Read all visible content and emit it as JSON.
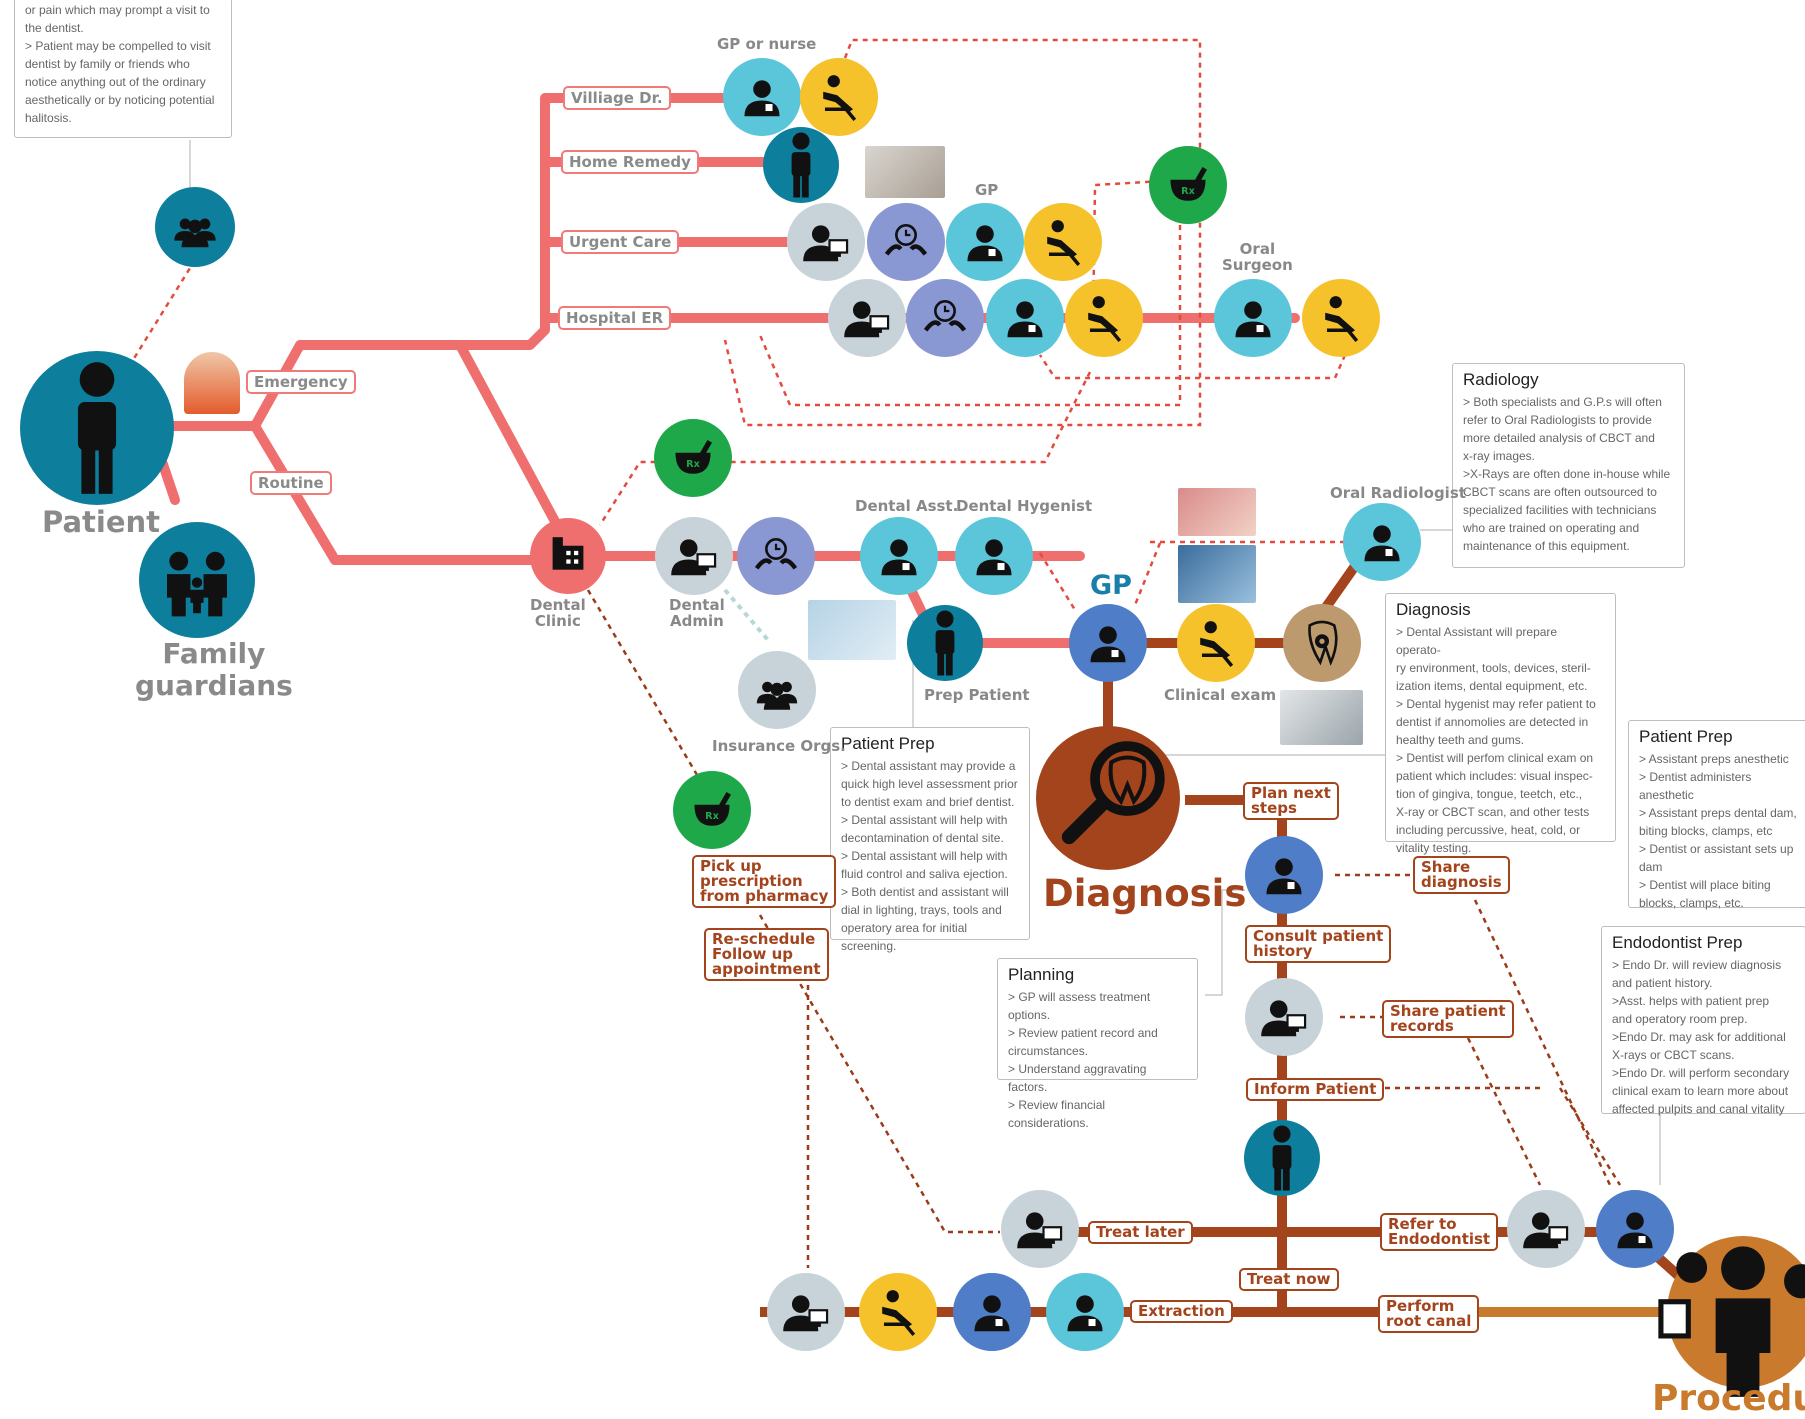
{
  "diagram": {
    "title": "",
    "colors": {
      "routine_line": "#ef6f6e",
      "flow_line": "#a3441d",
      "procedure_line": "#c97a2d",
      "dashed_red": "#e34b3f",
      "dashed_brown": "#9b3b1a",
      "teal_dark": "#0d7f9d",
      "teal_light": "#5bc5d9",
      "purple": "#8997d2",
      "yellow": "#f6c22c",
      "grey": "#c7d3d8",
      "green": "#1ea84a",
      "blue": "#4f7dc8",
      "tan": "#bc9a6d",
      "diagnosis": "#a3441d",
      "procedure": "#c97a2d"
    },
    "headings": {
      "patient": "Patient",
      "family": "Family\nguardians",
      "diagnosis": "Diagnosis",
      "procedure": "Procedure",
      "gp": "GP"
    },
    "captions": {
      "gp_or_nurse": "GP or nurse",
      "gp_top": "GP",
      "oral_surgeon": "Oral\nSurgeon",
      "dental_clinic": "Dental\nClinic",
      "dental_admin": "Dental\nAdmin",
      "dental_asst": "Dental Asst.",
      "dental_hygenist": "Dental Hygenist",
      "insurance": "Insurance Orgs.",
      "prep_patient": "Prep Patient",
      "clinical_exam": "Clinical exam",
      "oral_radiologist": "Oral Radiologist"
    },
    "branch_labels": {
      "village": "Villiage Dr.",
      "home": "Home Remedy",
      "urgent": "Urgent Care",
      "hospital": "Hospital ER",
      "emergency": "Emergency",
      "routine": "Routine"
    },
    "step_labels": {
      "plan": "Plan next\nsteps",
      "share_diagnosis": "Share\ndiagnosis",
      "consult": "Consult patient\nhistory",
      "share_records": "Share patient\nrecords",
      "inform": "Inform Patient",
      "treat_later": "Treat later",
      "treat_now": "Treat now",
      "refer": "Refer to\nEndodontist",
      "perform": "Perform\nroot canal",
      "extraction": "Extraction",
      "pick_up": "Pick up\nprescription\nfrom pharmacy",
      "reschedule": "Re-schedule\nFollow up\nappointment"
    },
    "notes": {
      "top_left": {
        "title": "",
        "body": "or pain which may prompt a visit to\nthe dentist.\n> Patient may be compelled to visit\ndentist by family or friends who\nnotice anything out of the ordinary\naesthetically or by noticing potential\nhalitosis."
      },
      "radiology": {
        "title": "Radiology",
        "body": "> Both specialists and G.P.s will often\nrefer to Oral Radiologists to provide\nmore detailed analysis of CBCT and\nx-ray images.\n>X-Rays are often done in-house while\nCBCT scans are often outsourced to\nspecialized facilities with technicians\nwho are trained on operating and\nmaintenance of this equipment."
      },
      "diagnosis": {
        "title": "Diagnosis",
        "body": "> Dental Assistant will prepare operato-\nry environment, tools, devices, steril-\nization items, dental equipment, etc.\n> Dental hygenist may refer patient to\ndentist if annomolies are detected in\nhealthy teeth and gums.\n> Dentist will perfom clinical exam on\npatient which includes: visual inspec-\ntion of gingiva, tongue, teetch, etc.,\nX-ray or CBCT scan, and other tests\nincluding percussive, heat, cold, or\nvitality testing."
      },
      "patient_prep_right": {
        "title": "Patient Prep",
        "body": "> Assistant preps anesthetic\n> Dentist administers anesthetic\n> Assistant preps dental dam,\nbiting blocks, clamps, etc\n> Dentist or assistant sets up\ndam\n> Dentist will place biting\nblocks, clamps, etc."
      },
      "patient_prep": {
        "title": "Patient Prep",
        "body": "> Dental assistant may provide a\nquick high level assessment prior\nto dentist exam and brief dentist.\n> Dental assistant will help with\ndecontamination of dental site.\n> Dental assistant will help with\nfluid control and saliva ejection.\n> Both dentist and assistant will\ndial in lighting, trays, tools and\noperatory area for initial screening."
      },
      "planning": {
        "title": "Planning",
        "body": "> GP will assess treatment options.\n> Review patient record and\ncircumstances.\n> Understand aggravating factors.\n> Review financial considerations."
      },
      "endodontist_prep": {
        "title": "Endodontist Prep",
        "body": "> Endo Dr. will review diagnosis\nand patient history.\n>Asst. helps with patient prep\nand operatory room prep.\n>Endo Dr. may ask for additional\nX-rays or CBCT scans.\n>Endo Dr. will perform secondary\nclinical exam to learn more about\naffected pulpits and canal vitality"
      }
    },
    "rx_symbol": "Rx"
  }
}
